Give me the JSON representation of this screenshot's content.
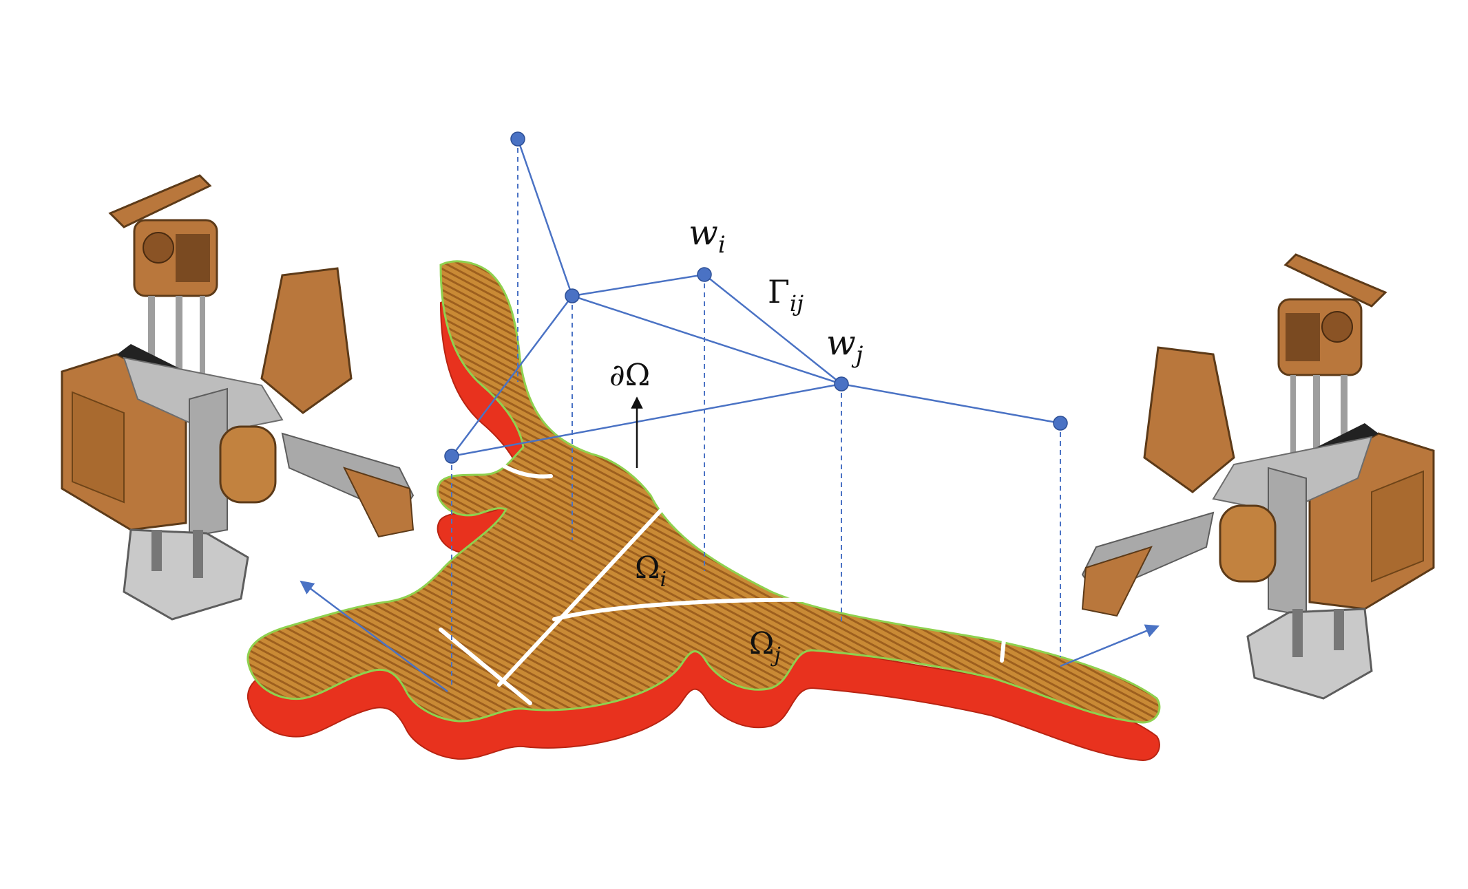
{
  "colors": {
    "graph": "#4a72c4",
    "node": "#4a72c4",
    "print_top": "#c8852f",
    "print_wall": "#e8321e",
    "partition": "#ffffff",
    "robot_copper": "#b9773c",
    "robot_metal": "#a9a9a9"
  },
  "labels": {
    "w_i": {
      "base": "w",
      "sub": "i"
    },
    "w_j": {
      "base": "w",
      "sub": "j"
    },
    "gamma_ij": {
      "base": "Γ",
      "sub": "ij"
    },
    "boundary": "∂Ω",
    "omega_i": {
      "base": "Ω",
      "sub": "i"
    },
    "omega_j": {
      "base": "Ω",
      "sub": "j"
    }
  },
  "icons": {
    "left_robot": "mobile-3d-printer-robot-icon",
    "right_robot": "mobile-3d-printer-robot-icon"
  }
}
